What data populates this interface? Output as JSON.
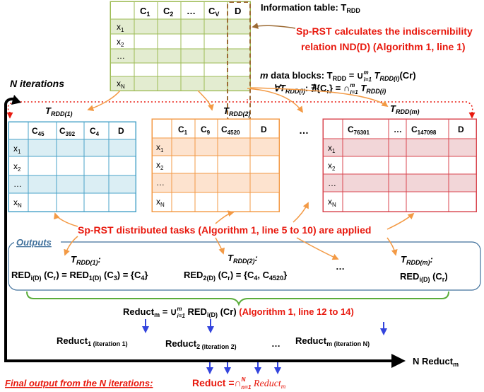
{
  "info_table": {
    "title": "Information table: T",
    "title_sub": "RDD",
    "cols": [
      "C",
      "C",
      "…",
      "C",
      "D"
    ],
    "col_subs": [
      "1",
      "2",
      "",
      "V",
      ""
    ],
    "rows": [
      "x",
      "x",
      "…",
      "x"
    ],
    "row_subs": [
      "1",
      "2",
      "",
      "N"
    ]
  },
  "indiscernibility_note": {
    "line1": "Sp-RST calculates the indiscernibility",
    "line2": "relation IND(D) (Algorithm 1, line 1)"
  },
  "blocks_note": {
    "line1_a": "m",
    "line1_b": " data blocks: T",
    "line1_sub": "RDD",
    "line1_c": " = ∪",
    "line1_d": " T",
    "line1_e": "RDD(i)",
    "line1_f": "(Cr)",
    "line2_a": "∀T",
    "line2_b": "RDD(i)",
    "line2_c": ": ∄{C",
    "line2_d": "r",
    "line2_e": "} = ∩",
    "line2_f": " T",
    "line2_g": "RDD(i)",
    "sup": "m",
    "sub": "i=1"
  },
  "n_iterations": "N iterations",
  "block_tables": [
    {
      "label": "T",
      "label_sub": "RDD(1)",
      "cols": [
        "C",
        "C",
        "C",
        "D"
      ],
      "col_subs": [
        "45",
        "392",
        "4",
        ""
      ],
      "color": "#4aa3c8",
      "fill": "#dbeef4"
    },
    {
      "label": "T",
      "label_sub": "RDD(2)",
      "cols": [
        "C",
        "C",
        "C",
        "D"
      ],
      "col_subs": [
        "1",
        "9",
        "4520",
        ""
      ],
      "color": "#f39a45",
      "fill": "#fde3cf"
    },
    {
      "label": "T",
      "label_sub": "RDD(m)",
      "cols": [
        "C",
        "…",
        "C",
        "D"
      ],
      "col_subs": [
        "76301",
        "",
        "147098",
        ""
      ],
      "color": "#d9464f",
      "fill": "#f2d6d8"
    }
  ],
  "block_rows": [
    "x",
    "x",
    "…",
    "x"
  ],
  "block_row_subs": [
    "1",
    "2",
    "",
    "N"
  ],
  "ellipsis": "…",
  "distributed_note": "Sp-RST distributed tasks (Algorithm 1, line 5 to 10) are applied",
  "outputs": {
    "heading": "Outputs",
    "items": [
      {
        "label": "T",
        "label_sub": "RDD(1)",
        "colon": ":"
      },
      {
        "label": "T",
        "label_sub": "RDD(2)",
        "colon": ":"
      },
      {
        "label": "T",
        "label_sub": "RDD(m)",
        "colon": ":"
      }
    ],
    "red1": {
      "a": "RED",
      "b": "i(D)",
      "c": " (C",
      "d": "r",
      "e": ") = RED",
      "f": "1(D)",
      "g": " (C",
      "h": "3",
      "i": ") = {C",
      "j": "4",
      "k": "}"
    },
    "red2": {
      "a": "RED",
      "b": "2(D)",
      "c": " (C",
      "d": "r",
      "e": ") = {C",
      "f": "4",
      "g": ", C",
      "h": "4520",
      "i": "}"
    },
    "red3": {
      "a": "RED",
      "b": "i(D)",
      "c": " (C",
      "d": "r",
      "e": ")"
    }
  },
  "reduct_m": {
    "a": "Reduct",
    "b": "m",
    "c": " = ∪",
    "d": " RED",
    "e": "i(D)",
    "f": " (Cr) ",
    "g": "(Algorithm 1, line 12 to 14)",
    "sup": "m",
    "sub": "i=1"
  },
  "iterations": [
    {
      "a": "Reduct",
      "b": "1 (iteration 1)"
    },
    {
      "a": "Reduct",
      "b": "2 (iteration 2)"
    },
    {
      "a": "Reduct",
      "b": "m (iteration N)"
    }
  ],
  "n_reduct": {
    "a": "N Reduct",
    "b": "m"
  },
  "final": {
    "label": "Final output from the N iterations:",
    "a": "Reduct =∩",
    "sup": "N",
    "sub": "n=1",
    "b": " Reduct",
    "c": "m"
  },
  "colors": {
    "red_text": "#e8190e",
    "info_green": "#9dbb55",
    "info_fill": "#e3ecd0",
    "brown": "#9c6a33",
    "orange_arrow": "#f39a45",
    "blue_arrow": "#3344dd",
    "outputs_border": "#41719c",
    "brace_green": "#5aad3b"
  }
}
